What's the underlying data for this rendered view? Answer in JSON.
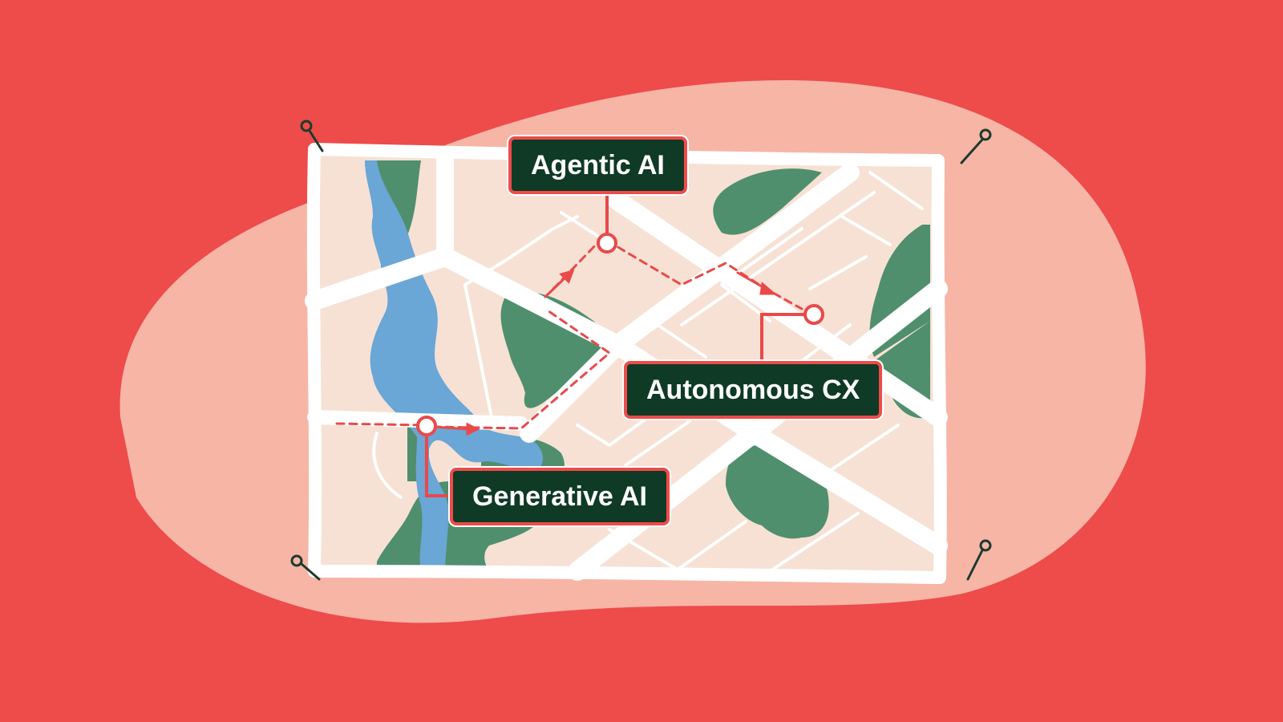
{
  "labels": {
    "agentic": "Agentic AI",
    "autonomous": "Autonomous CX",
    "generative": "Generative AI"
  },
  "colors": {
    "background": "#EE4B4B",
    "blob": "#F7B5A6",
    "map_paper": "#F6E1D4",
    "park": "#4F8F6D",
    "river": "#6AA6D6",
    "road": "#FFFFFF",
    "route": "#E84A4A",
    "label_bg": "#0F3A25",
    "pin": "#1D3B2D"
  },
  "icons": {
    "pins": [
      "pushpin-icon",
      "pushpin-icon",
      "pushpin-icon",
      "pushpin-icon"
    ],
    "markers": [
      "route-marker-icon",
      "route-marker-icon",
      "route-marker-icon"
    ]
  }
}
